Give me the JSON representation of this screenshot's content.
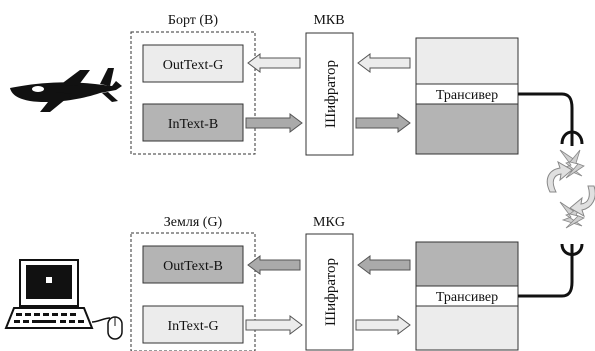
{
  "top": {
    "group_label": "Борт (B)",
    "mk_label": "МКВ",
    "out_box": "OutText-G",
    "in_box": "InText-B",
    "cipher": "Шифратор",
    "transceiver": "Трансивер"
  },
  "bottom": {
    "group_label": "Земля (G)",
    "mk_label": "МКG",
    "out_box": "OutText-B",
    "in_box": "InText-G",
    "cipher": "Шифратор",
    "transceiver": "Трансивер"
  },
  "icons": {
    "aircraft": "airplane-icon",
    "computer": "computer-icon",
    "mouse": "mouse-icon",
    "antenna": "antenna-icon",
    "signal": "lightning-signal-icon",
    "exchange": "cycle-arrows-icon"
  },
  "colors": {
    "light_fill": "#ececec",
    "dark_fill": "#b4b4b4",
    "stroke": "#333333"
  }
}
